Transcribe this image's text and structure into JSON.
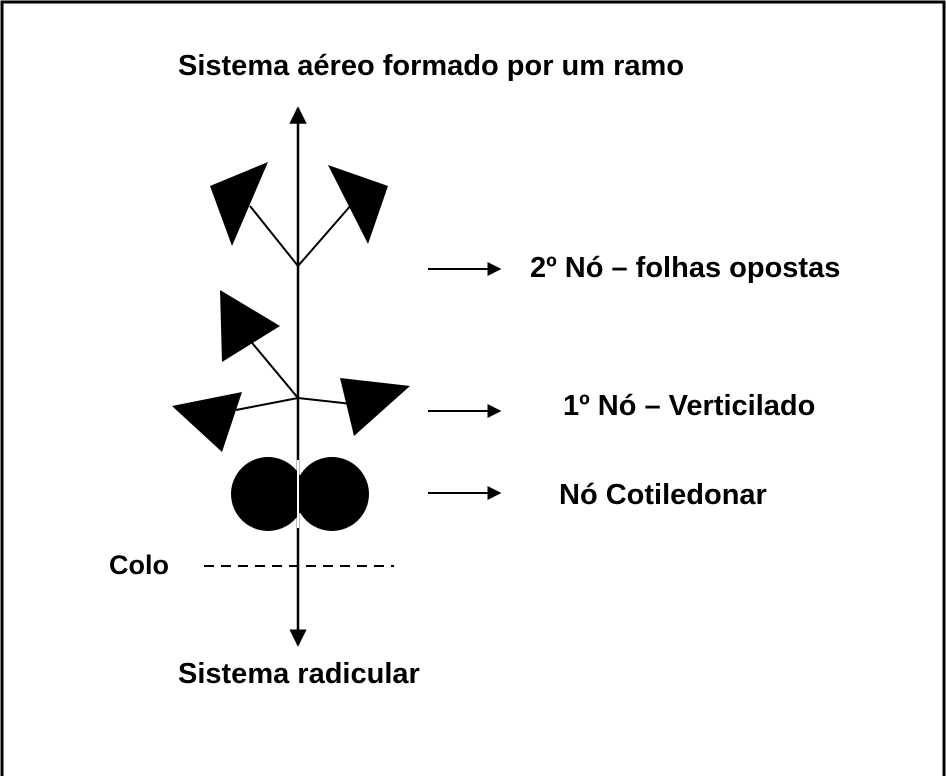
{
  "labels": {
    "top": "Sistema aéreo formado por um ramo",
    "second_node": "2º Nó – folhas opostas",
    "first_node": "1º Nó – Verticilado",
    "cotyledon_node": "Nó Cotiledonar",
    "collar": "Colo",
    "bottom": "Sistema radicular"
  },
  "colors": {
    "ink": "#000000",
    "background": "#ffffff"
  }
}
